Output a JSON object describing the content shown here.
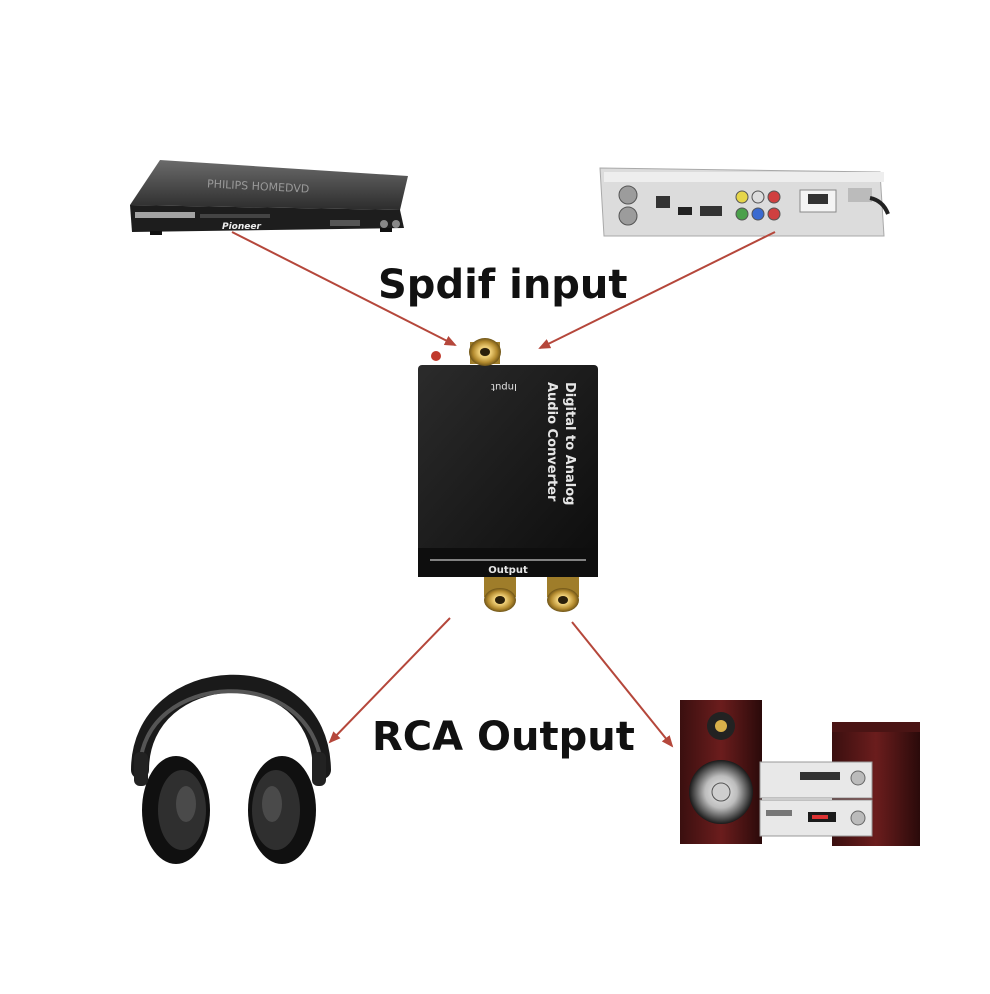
{
  "labels": {
    "spdif_input": "Spdif input",
    "rca_output": "RCA Output"
  },
  "converter": {
    "input_label": "Input",
    "title_line1": "Digital to Analog",
    "title_line2": "Audio Converter",
    "output_label": "Output"
  },
  "dvd_player": {
    "top_text": "PHILIPS HOMEDVD",
    "brand": "Pioneer"
  },
  "colors": {
    "arrow": "#b5473b",
    "converter_body": "#141414",
    "rca_gold": "#c9a24a"
  },
  "icons": {
    "dvd_player": "dvd-player-icon",
    "set_top_box": "set-top-box-icon",
    "headphones": "headphones-icon",
    "speaker_system": "speaker-system-icon"
  }
}
